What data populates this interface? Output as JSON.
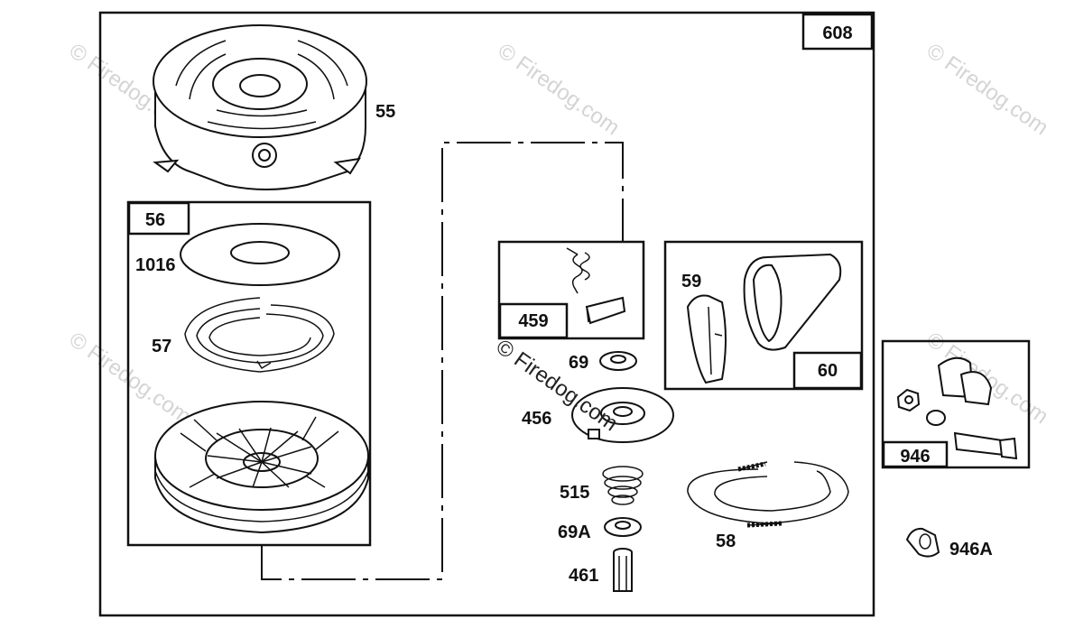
{
  "watermark": "© Firedog.com",
  "frames": {
    "main": "608",
    "rewind_spring_group": "56",
    "pawl_spring_kit": "459",
    "handle_group": "60",
    "clamp_kit": "946"
  },
  "parts": {
    "blower_housing": "55",
    "washer_1016": "1016",
    "rewind_spring": "57",
    "pulley": "56",
    "handle_insert": "59",
    "washer_69": "69",
    "retainer": "456",
    "spring_515": "515",
    "washer_69a": "69A",
    "pin": "461",
    "starter_rope": "58",
    "clip": "946A"
  }
}
